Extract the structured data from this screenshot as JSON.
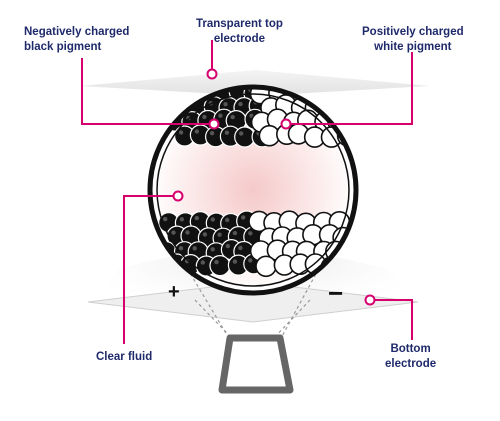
{
  "labels": {
    "black_pigment": "Negatively charged\nblack pigment",
    "top_electrode": "Transparent top\nelectrode",
    "white_pigment": "Positively charged\nwhite pigment",
    "clear_fluid": "Clear fluid",
    "bottom_electrode": "Bottom\nelectrode"
  },
  "signs": {
    "plus": "+",
    "minus": "−"
  },
  "colors": {
    "label_text": "#1f2a6b",
    "callout_line": "#d6006f",
    "capsule_outline": "#111111",
    "black_pigment": "#111111",
    "white_pigment": "#ffffff",
    "fluid_tint": "#f7d6d6",
    "electrode_plane": "#ededed"
  }
}
